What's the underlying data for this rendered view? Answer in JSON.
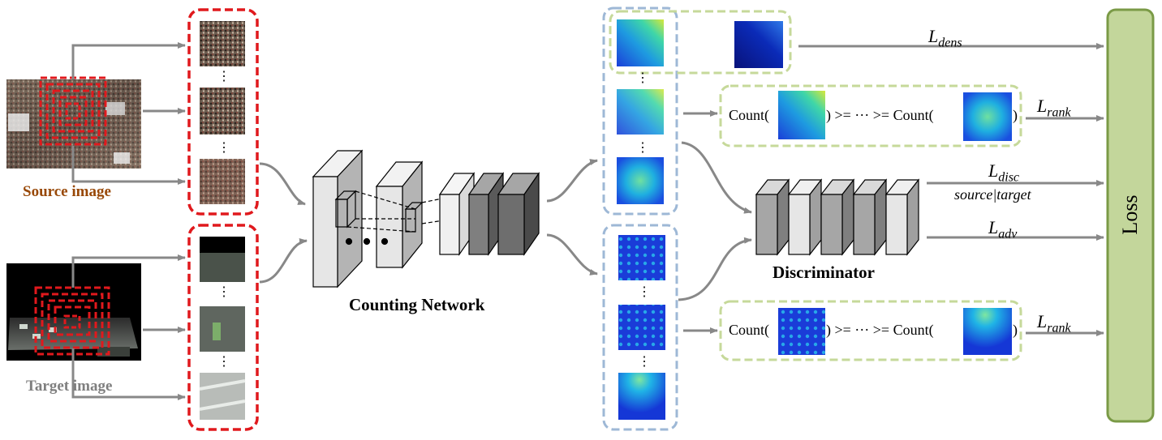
{
  "inputs": {
    "source_label": "Source image",
    "target_label": "Target image"
  },
  "network": {
    "counting_label": "Counting Network",
    "discriminator_label": "Discriminator"
  },
  "losses": {
    "dens_main": "L",
    "dens_sub": "dens",
    "rank_main": "L",
    "rank_sub": "rank",
    "disc_main": "L",
    "disc_sub": "disc",
    "disc_note": "source|target",
    "adv_main": "L",
    "adv_sub": "adv",
    "loss_label": "Loss"
  },
  "ranking": {
    "count_open": "Count(",
    "relation": ") >= ··· >= Count(",
    "close": ")"
  },
  "ellipsis": "⋮",
  "colors": {
    "red_dash": "#e0191d",
    "blue_dash": "#9eb8d6",
    "green_dash": "#c6d99a",
    "arrow_gray": "#888888",
    "loss_fill": "#c3d69b",
    "loss_stroke": "#7a9a46",
    "source_label": "#984807",
    "target_label": "#7f7f7f"
  }
}
